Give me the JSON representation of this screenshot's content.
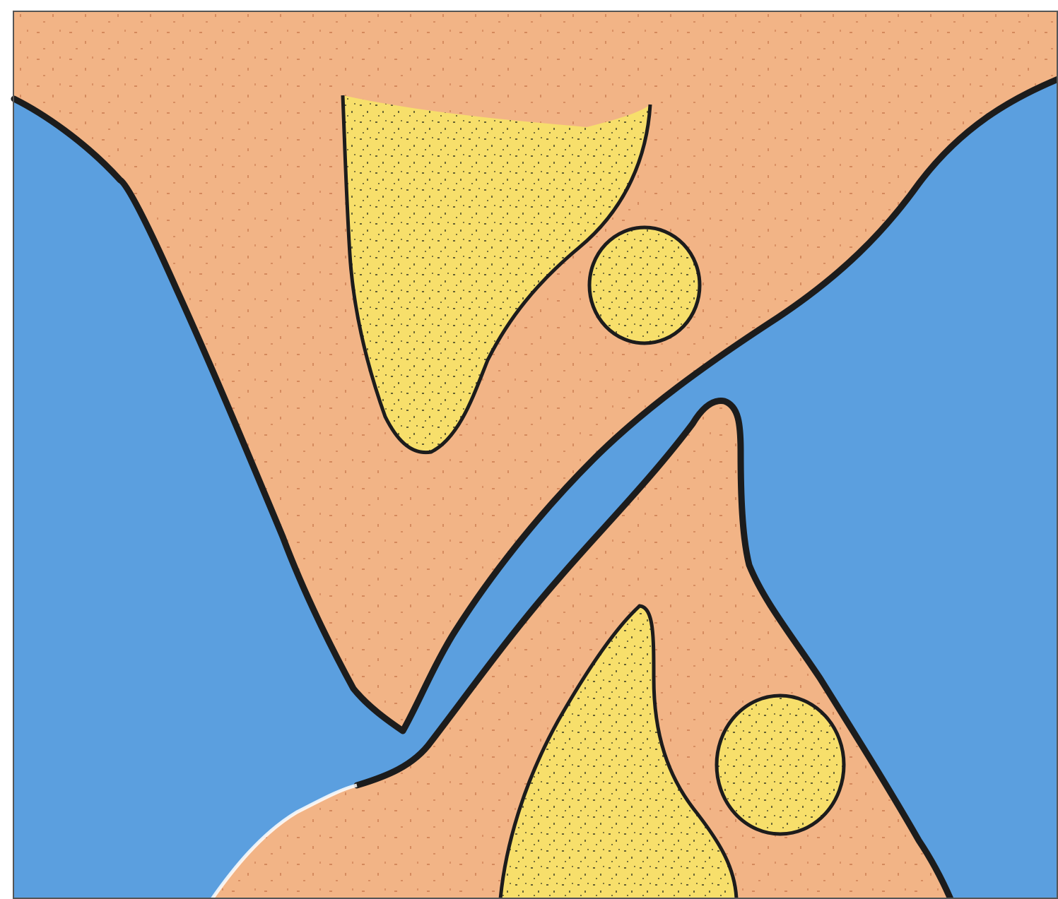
{
  "figure": {
    "colors": {
      "water": "#5b9fdf",
      "land": "#f2b486",
      "sand": "#f7df6b",
      "outline": "#1c1c1c",
      "land_speckle": "#c97a4f",
      "sand_speckle": "#4a4a2a",
      "frame": "#555555"
    },
    "regions": [
      {
        "kind": "water",
        "label": ""
      },
      {
        "kind": "land-mass-upper",
        "label": ""
      },
      {
        "kind": "land-mass-lower",
        "label": ""
      },
      {
        "kind": "sand-patch",
        "label": ""
      },
      {
        "kind": "sand-patch",
        "label": ""
      },
      {
        "kind": "sand-patch",
        "label": ""
      },
      {
        "kind": "sand-patch",
        "label": ""
      }
    ]
  }
}
